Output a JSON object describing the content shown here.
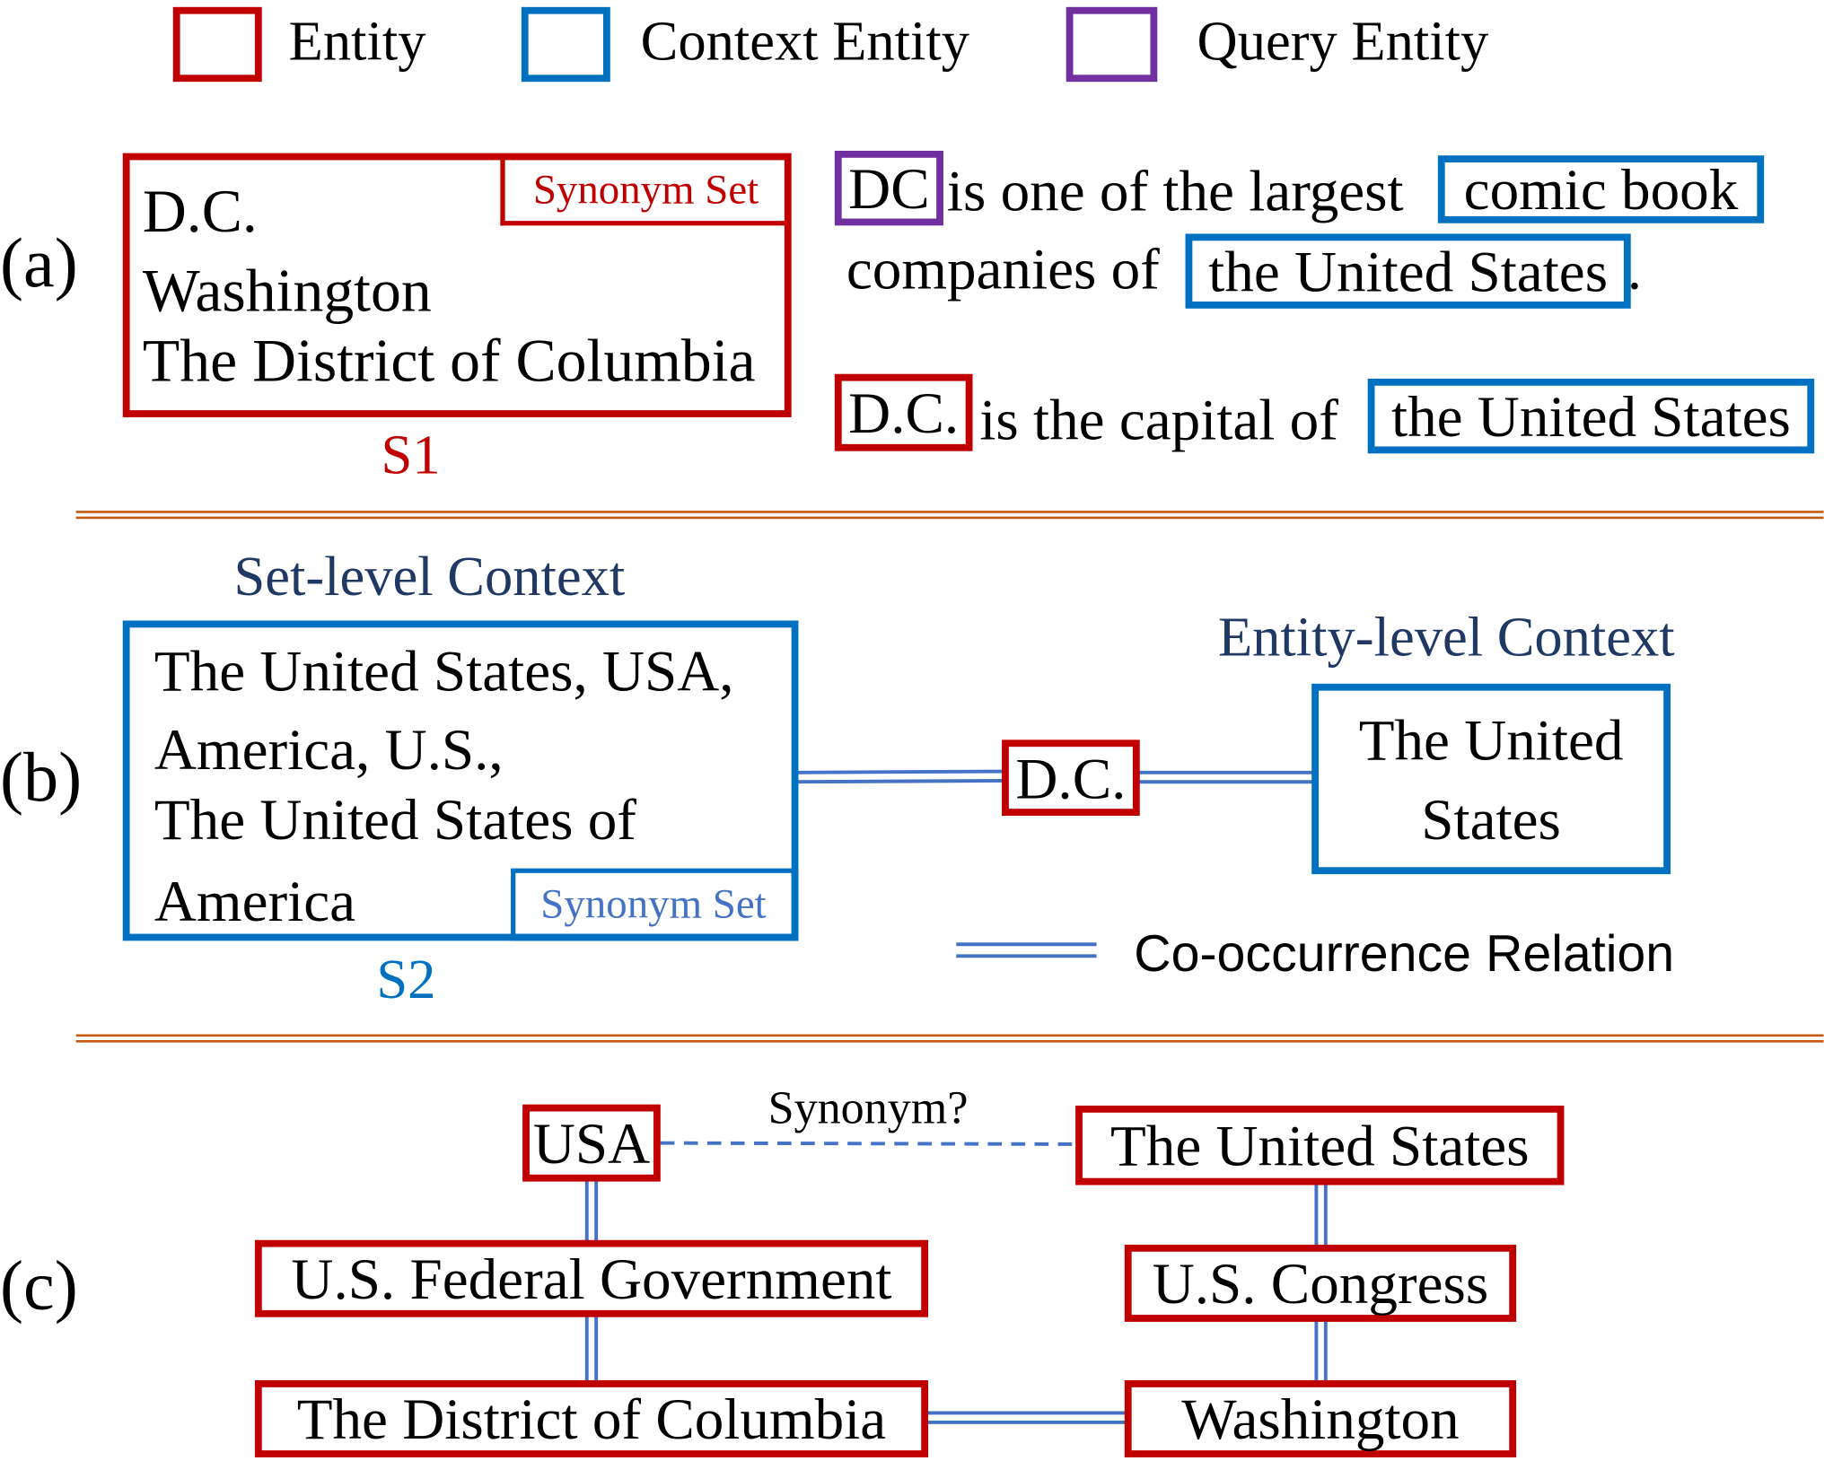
{
  "legend": {
    "entity": "Entity",
    "context_entity": "Context Entity",
    "query_entity": "Query Entity",
    "co_occurrence": "Co-occurrence Relation"
  },
  "colors": {
    "entity": "#c00000",
    "context_entity": "#0070c0",
    "query_entity": "#7030a0",
    "relation": "#4472c4",
    "separator": "#c55a11",
    "context_title": "#1f3864"
  },
  "panel_a": {
    "label": "(a)",
    "synonym_set_label": "Synonym Set",
    "set_items": [
      "D.C.",
      "Washington",
      "The District of Columbia"
    ],
    "set_name": "S1",
    "sentence1": {
      "query": "DC",
      "text1": "is one of the largest",
      "ctx1": "comic book",
      "text2": "companies of",
      "ctx2": "the United States",
      "end": "."
    },
    "sentence2": {
      "entity": "D.C.",
      "text1": "is the capital of",
      "ctx1": "the United States"
    }
  },
  "panel_b": {
    "label": "(b)",
    "set_title": "Set-level Context",
    "set_lines": [
      "The United States, USA,",
      "America, U.S.,",
      "The United States of",
      "America"
    ],
    "synonym_set_label": "Synonym Set",
    "set_name": "S2",
    "entity": "D.C.",
    "entity_title": "Entity-level Context",
    "entity_context_lines": [
      "The United",
      "States"
    ]
  },
  "panel_c": {
    "label": "(c)",
    "question": "Synonym?",
    "nodes": {
      "usa": "USA",
      "united_states": "The United States",
      "federal": "U.S. Federal Government",
      "congress": "U.S. Congress",
      "district": "The District of Columbia",
      "washington": "Washington"
    }
  }
}
